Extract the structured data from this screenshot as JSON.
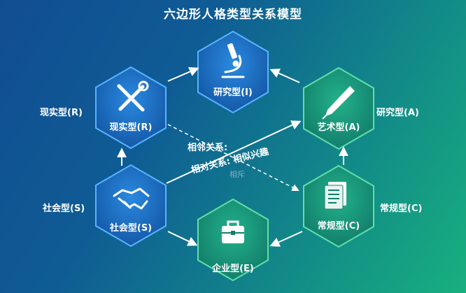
{
  "title": "六边形人格类型关系模型",
  "nodes": [
    {
      "id": "I",
      "label": "研究型(I)",
      "icon": "microscope-icon"
    },
    {
      "id": "A",
      "label": "艺术型(A)",
      "icon": "pen-icon",
      "side_label": "研究型(A)"
    },
    {
      "id": "C",
      "label": "常规型(C)",
      "icon": "document-icon",
      "side_label": "常规型(C)"
    },
    {
      "id": "E",
      "label": "企业型(E)",
      "icon": "briefcase-icon"
    },
    {
      "id": "S",
      "label": "社会型(S)",
      "icon": "handshake-icon",
      "side_label": "社会型(S)"
    },
    {
      "id": "R",
      "label": "现实型(R)",
      "icon": "tools-icon",
      "side_label": "现实型(R)"
    }
  ],
  "relations": {
    "adjacent": "相邻关系:",
    "opposite": "相对关系:  相似兴趣",
    "opposite_faded": "相斥"
  },
  "colors": {
    "blue_hex": "#1e6fc2",
    "green_hex": "#19a27f",
    "hex_stroke_blue": "#57b4ff",
    "hex_stroke_green": "#5fe0a8",
    "arrow": "#ffffff"
  }
}
